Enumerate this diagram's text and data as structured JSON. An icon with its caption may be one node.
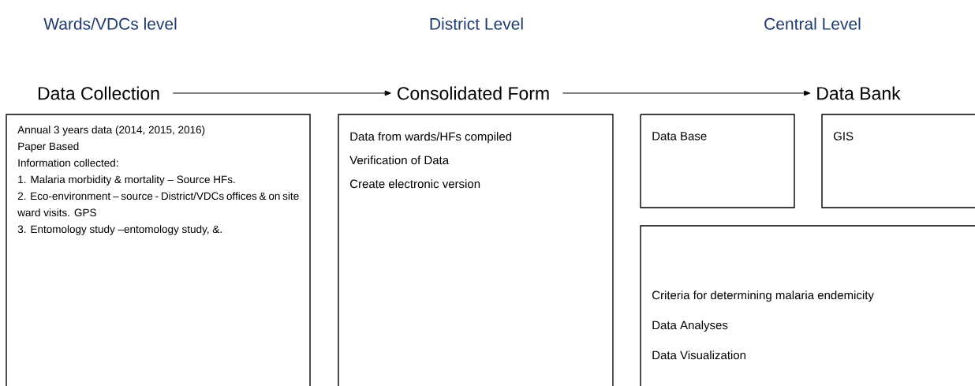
{
  "diagram": {
    "nodes": [
      {
        "text": [
          "Data Collection"
        ]
      },
      {
        "text": [
          "Annual 3 years data (2014, 2015, 2016)",
          "Paper Based",
          "Information collected:",
          "1. Malaria morbidity & mortality – Source HFs.",
          "2. Eco-environment – source - District/VDCs offices & on site ward visits. GPS",
          "3. Entomology study –entomology study, &."
        ]
      },
      {
        "text": [
          "Consolidated Form"
        ]
      },
      {
        "text": [
          "Data from wards/HFs compiled",
          "Verification of Data",
          "Create electronic version"
        ]
      },
      {
        "text": [
          "Data Bank"
        ]
      },
      {
        "text": [
          "Data Base"
        ]
      },
      {
        "text": [
          "GIS"
        ]
      },
      {
        "text": [
          "Criteria for determining malaria endemicity",
          "Data Analyses",
          "Data Visualization"
        ]
      }
    ],
    "edges": [
      {
        "from": 0,
        "to": 2,
        "arrow": "to"
      },
      {
        "from": 2,
        "to": 4,
        "arrow": "to"
      }
    ],
    "labels": [
      "Wards/VDCs level",
      "District Level",
      "Central Level"
    ]
  }
}
